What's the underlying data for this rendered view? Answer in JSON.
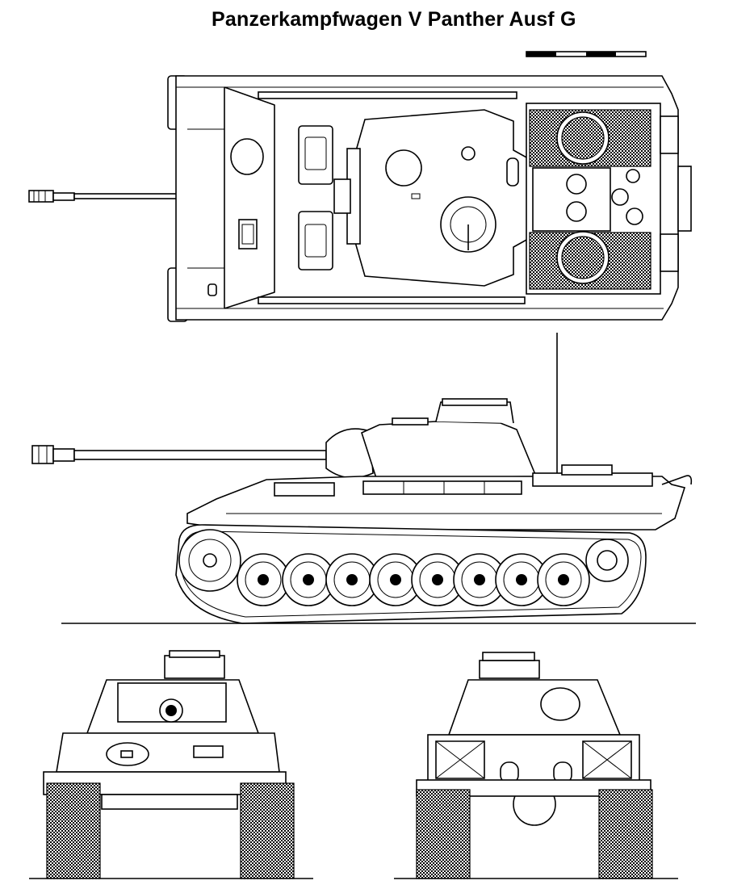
{
  "title": "Panzerkampfwagen V Panther Ausf G",
  "colors": {
    "line": "#000000",
    "background": "#ffffff"
  },
  "views": [
    "top-view",
    "side-view",
    "front-view",
    "rear-view"
  ]
}
